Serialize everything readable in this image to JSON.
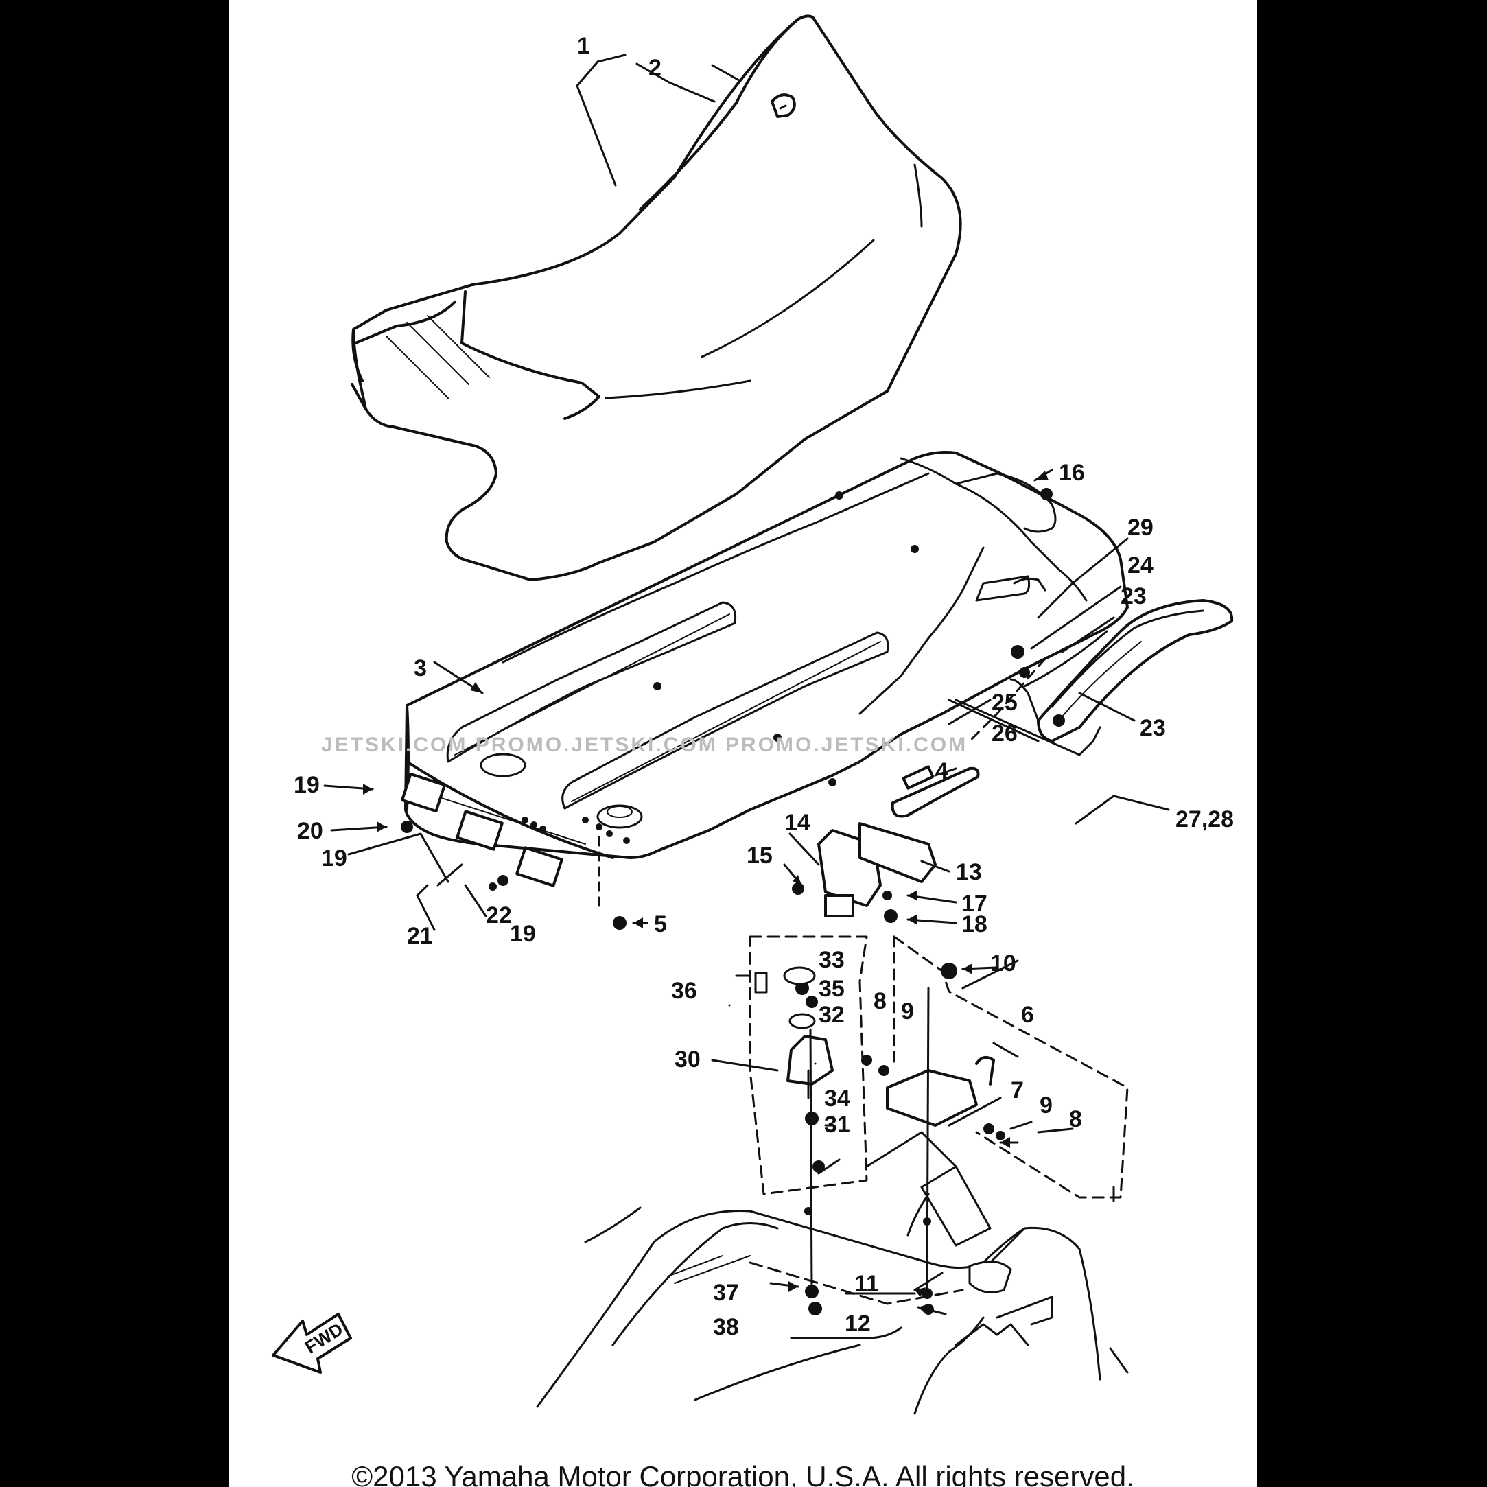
{
  "callouts": [
    {
      "id": "c1",
      "text": "1"
    },
    {
      "id": "c2",
      "text": "2"
    },
    {
      "id": "c3",
      "text": "3"
    },
    {
      "id": "c16",
      "text": "16"
    },
    {
      "id": "c29",
      "text": "29"
    },
    {
      "id": "c24",
      "text": "24"
    },
    {
      "id": "c23a",
      "text": "23"
    },
    {
      "id": "c23b",
      "text": "23"
    },
    {
      "id": "c25",
      "text": "25"
    },
    {
      "id": "c26",
      "text": "26"
    },
    {
      "id": "c4",
      "text": "4"
    },
    {
      "id": "c2728",
      "text": "27,28"
    },
    {
      "id": "c19a",
      "text": "19"
    },
    {
      "id": "c20",
      "text": "20"
    },
    {
      "id": "c19b",
      "text": "19"
    },
    {
      "id": "c22",
      "text": "22"
    },
    {
      "id": "c21",
      "text": "21"
    },
    {
      "id": "c19c",
      "text": "19"
    },
    {
      "id": "c5",
      "text": "5"
    },
    {
      "id": "c14",
      "text": "14"
    },
    {
      "id": "c15",
      "text": "15"
    },
    {
      "id": "c13",
      "text": "13"
    },
    {
      "id": "c17",
      "text": "17"
    },
    {
      "id": "c18",
      "text": "18"
    },
    {
      "id": "c10",
      "text": "10"
    },
    {
      "id": "c33",
      "text": "33"
    },
    {
      "id": "c35",
      "text": "35"
    },
    {
      "id": "c36",
      "text": "36"
    },
    {
      "id": "c32",
      "text": "32"
    },
    {
      "id": "c6",
      "text": "6"
    },
    {
      "id": "c8a",
      "text": "8"
    },
    {
      "id": "c9a",
      "text": "9"
    },
    {
      "id": "c30",
      "text": "30"
    },
    {
      "id": "c34",
      "text": "34"
    },
    {
      "id": "c31",
      "text": "31"
    },
    {
      "id": "c7",
      "text": "7"
    },
    {
      "id": "c9b",
      "text": "9"
    },
    {
      "id": "c8b",
      "text": "8"
    },
    {
      "id": "c37",
      "text": "37"
    },
    {
      "id": "c11",
      "text": "11"
    },
    {
      "id": "c38",
      "text": "38"
    },
    {
      "id": "c12",
      "text": "12"
    }
  ],
  "forward_marker": "FWD",
  "watermark": "JETSKI.COM  PROMO.JETSKI.COM  PROMO.JETSKI.COM",
  "copyright": "©2013 Yamaha Motor Corporation, U.S.A. All rights reserved."
}
